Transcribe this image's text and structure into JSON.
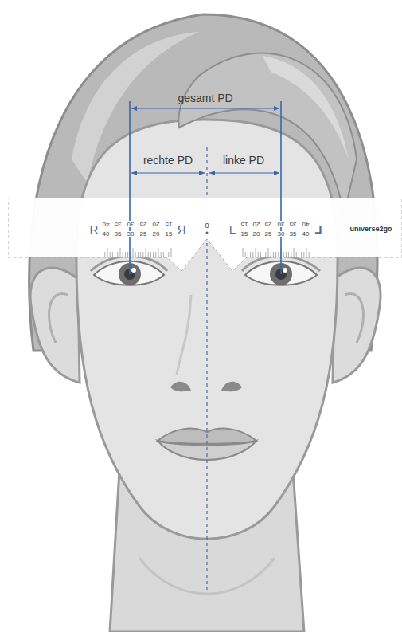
{
  "diagram": {
    "nodes": [
      {
        "text": [
          "R",
          "40",
          "40",
          "35",
          "35",
          "30",
          "30",
          "25",
          "25",
          "20",
          "20",
          "15",
          "15",
          "R",
          "0",
          "L",
          "15",
          "15",
          "20",
          "20",
          "25",
          "25",
          "30",
          "30",
          "35",
          "35",
          "40",
          "40",
          "L",
          "universe2go"
        ]
      }
    ],
    "labels": [
      "gesamt PD",
      "rechte PD",
      "linke PD"
    ]
  }
}
